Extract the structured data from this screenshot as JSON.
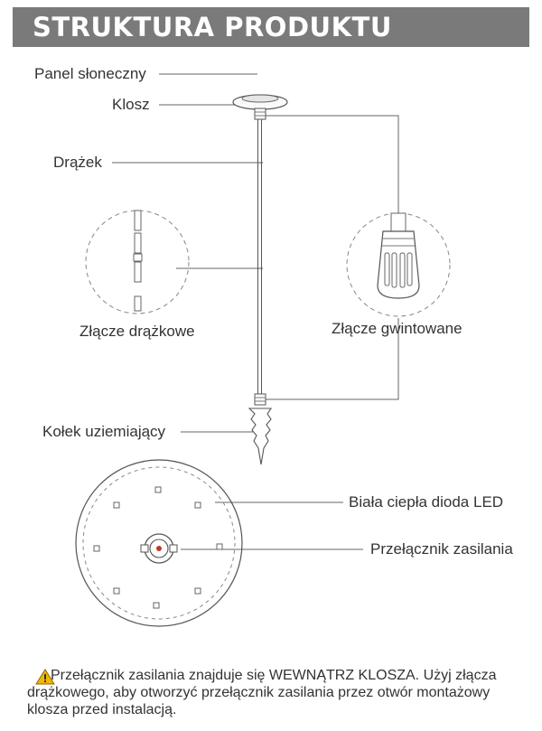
{
  "header": {
    "title": "STRUKTURA PRODUKTU"
  },
  "labels": {
    "solar_panel": "Panel słoneczny",
    "cover": "Klosz",
    "rod": "Drążek",
    "rod_connector": "Złącze drążkowe",
    "threaded_connector": "Złącze gwintowane",
    "ground_stake": "Kołek uziemiający",
    "led": "Biała ciepła dioda LED",
    "power_switch": "Przełącznik zasilania"
  },
  "warning": {
    "icon": "warning-triangle-icon",
    "text": "Przełącznik zasilania znajduje się WEWNĄTRZ KLOSZA. Użyj złącza drążkowego, aby otworzyć przełącznik zasilania przez otwór montażowy klosza przed instalacją."
  },
  "colors": {
    "header_bg": "#7a7a7a",
    "header_text": "#ffffff",
    "warning_icon": "#f2b705",
    "switch_dot": "#c0392b"
  }
}
